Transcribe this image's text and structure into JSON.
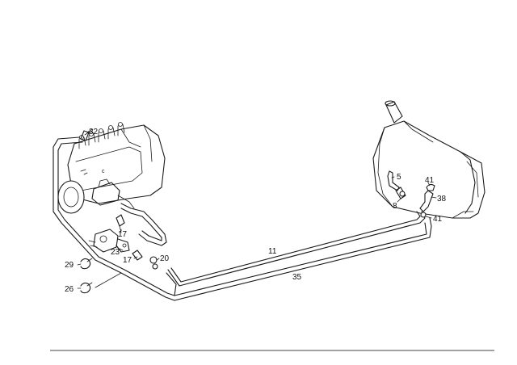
{
  "diagram": {
    "callouts": [
      {
        "id": "c32",
        "text": "32"
      },
      {
        "id": "c5",
        "text": "5"
      },
      {
        "id": "c41a",
        "text": "41"
      },
      {
        "id": "c38",
        "text": "38"
      },
      {
        "id": "c8",
        "text": "8"
      },
      {
        "id": "c41b",
        "text": "41"
      },
      {
        "id": "c17a",
        "text": "17"
      },
      {
        "id": "c23",
        "text": "23"
      },
      {
        "id": "c17b",
        "text": "17"
      },
      {
        "id": "c20",
        "text": "20"
      },
      {
        "id": "c29",
        "text": "29"
      },
      {
        "id": "c26",
        "text": "26"
      },
      {
        "id": "c11",
        "text": "11"
      },
      {
        "id": "c35",
        "text": "35"
      }
    ]
  }
}
